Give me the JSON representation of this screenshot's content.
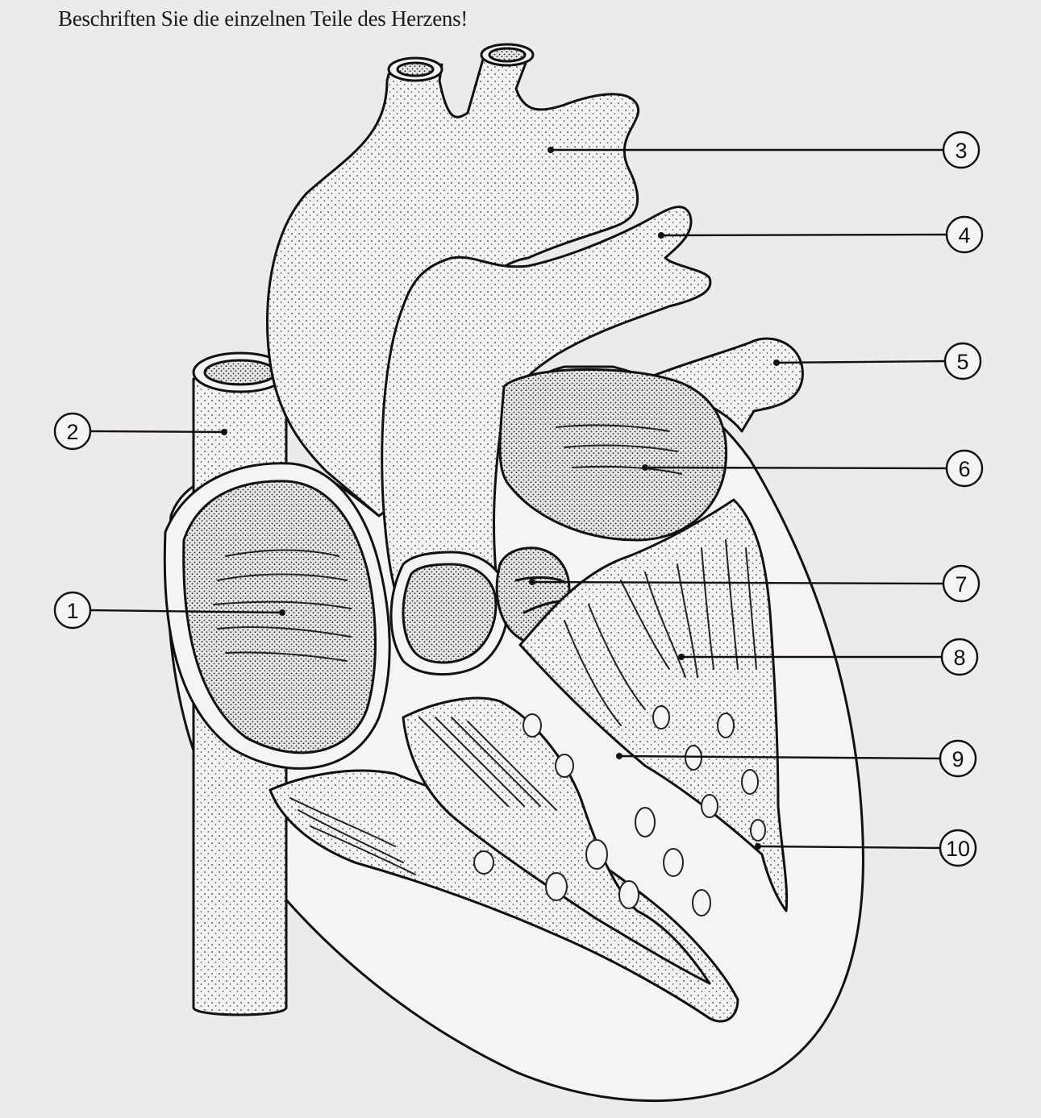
{
  "title": "Beschriften Sie die einzelnen Teile des Herzens!",
  "labels": [
    {
      "number": "1",
      "name": "label-1"
    },
    {
      "number": "2",
      "name": "label-2"
    },
    {
      "number": "3",
      "name": "label-3"
    },
    {
      "number": "4",
      "name": "label-4"
    },
    {
      "number": "5",
      "name": "label-5"
    },
    {
      "number": "6",
      "name": "label-6"
    },
    {
      "number": "7",
      "name": "label-7"
    },
    {
      "number": "8",
      "name": "label-8"
    },
    {
      "number": "9",
      "name": "label-9"
    },
    {
      "number": "10",
      "name": "label-10"
    }
  ],
  "colors": {
    "paper": "#ecebea",
    "ink": "#111111"
  }
}
